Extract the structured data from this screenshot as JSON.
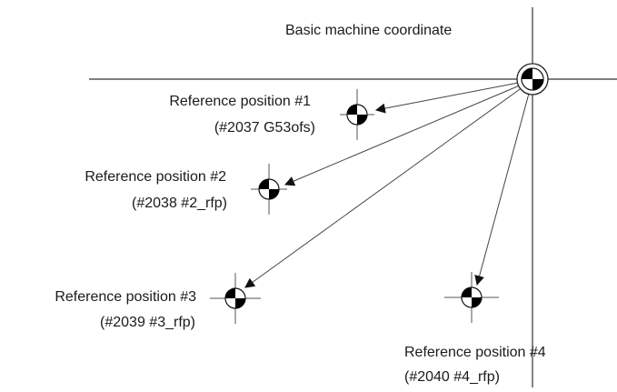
{
  "diagram": {
    "origin_label": "Basic machine coordinate",
    "reference_positions": [
      {
        "name": "Reference position #1",
        "param": "(#2037 G53ofs)"
      },
      {
        "name": "Reference position #2",
        "param": "(#2038 #2_rfp)"
      },
      {
        "name": "Reference position #3",
        "param": "(#2039 #3_rfp)"
      },
      {
        "name": "Reference position #4",
        "param": "(#2040 #4_rfp)"
      }
    ],
    "colors": {
      "line": "#444444",
      "fill": "#000000",
      "background": "#ffffff"
    },
    "icons": {
      "origin": "machine-origin-icon",
      "reference": "reference-point-icon"
    }
  }
}
